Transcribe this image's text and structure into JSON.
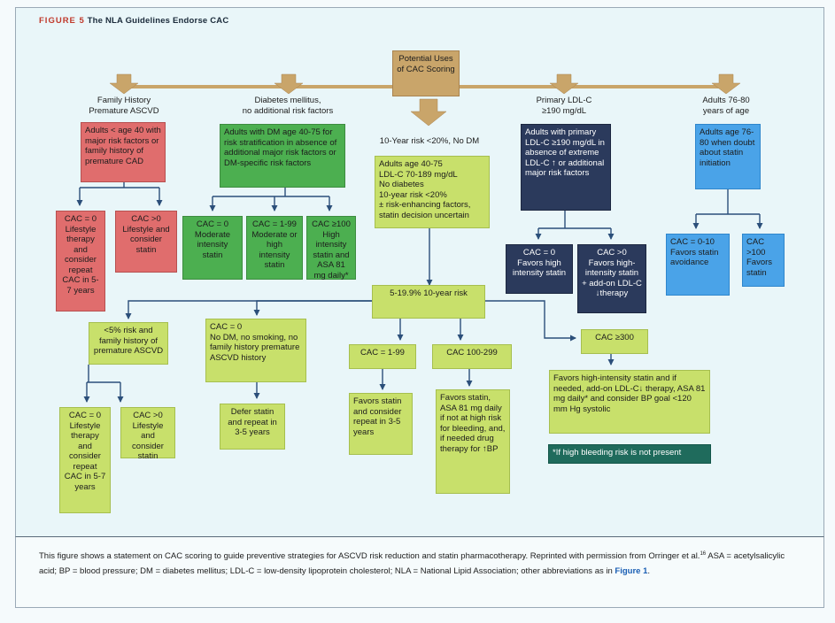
{
  "figure": {
    "label": "FIGURE 5",
    "title": "The NLA Guidelines Endorse CAC"
  },
  "root": "Potential Uses of CAC Scoring",
  "columns": {
    "family": {
      "header": "Family History\nPremature ASCVD",
      "criteria": "Adults < age 40 with major risk factors or family history of premature CAD",
      "out_zero": "CAC = 0\nLifestyle therapy and consider repeat CAC in 5-7 years",
      "out_pos": "CAC >0\nLifestyle and consider statin"
    },
    "diabetes": {
      "header": "Diabetes mellitus,\nno additional risk factors",
      "criteria": "Adults with DM age 40-75 for risk stratification in absence of additional major risk factors or DM-specific risk factors",
      "out_zero": "CAC = 0\nModerate intensity statin",
      "out_mid": "CAC = 1-99\nModerate or high intensity statin",
      "out_high": "CAC ≥100\nHigh intensity statin and ASA 81 mg daily*"
    },
    "tenyear": {
      "header": "10-Year risk <20%, No DM",
      "criteria": "Adults age 40-75\nLDL-C 70-189 mg/dL\nNo diabetes\n10-year risk <20%\n± risk-enhancing factors, statin decision uncertain"
    },
    "ldl": {
      "header": "Primary LDL-C\n≥190 mg/dL",
      "criteria": "Adults with primary LDL-C ≥190 mg/dL in absence of extreme LDL-C ↑ or additional major risk factors",
      "out_zero": "CAC = 0\nFavors high intensity statin",
      "out_pos": "CAC >0\nFavors high-intensity statin + add-on LDL-C ↓therapy"
    },
    "elderly": {
      "header": "Adults 76-80\nyears of age",
      "criteria": "Adults age 76-80 when doubt about statin initiation",
      "out_low": "CAC = 0-10\nFavors statin avoidance",
      "out_high": "CAC >100\nFavors statin"
    }
  },
  "lower": {
    "low_risk": "<5% risk and family history of premature ASCVD",
    "low_risk_zero": "CAC = 0\nLifestyle therapy and consider repeat CAC in 5-7 years",
    "low_risk_pos": "CAC >0\nLifestyle and consider statin",
    "cac0_box": "CAC = 0\nNo DM, no smoking, no family history premature ASCVD history",
    "cac0_out": "Defer statin and repeat in 3-5 years",
    "mid_risk": "5-19.9% 10-year risk",
    "cac_1_99": "CAC = 1-99",
    "cac_1_99_out": "Favors statin and consider repeat in 3-5 years",
    "cac_100_299": "CAC 100-299",
    "cac_100_299_out": "Favors statin, ASA 81 mg daily if not at high risk for bleeding, and, if needed drug therapy for ↑BP",
    "cac_300": "CAC ≥300",
    "cac_300_out": "Favors high-intensity statin and if needed, add-on LDL-C↓ therapy, ASA 81 mg daily* and consider BP goal <120 mm Hg systolic",
    "footnote": "*If high bleeding risk is not present"
  },
  "caption": {
    "text_before": "This figure shows a statement on CAC scoring to guide preventive strategies for ASCVD risk reduction and statin pharmacotherapy. Reprinted with permission from Orringer et al.",
    "ref_number": "16",
    "text_after": " ASA = acetylsalicylic acid; BP = blood pressure; DM = diabetes mellitus; LDL-C = low-density lipoprotein cholesterol; NLA = National Lipid Association; other abbreviations as in ",
    "link": "Figure 1",
    "end": "."
  },
  "colors": {
    "arrow_tan": "#c9a56a",
    "connector": "#2b4f7a"
  }
}
